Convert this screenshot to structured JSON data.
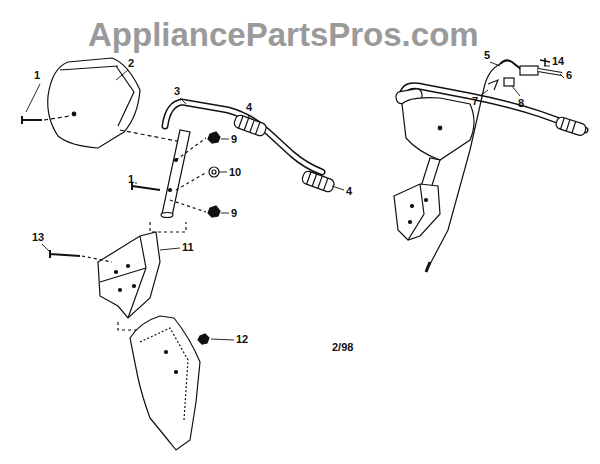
{
  "diagram": {
    "labels": [
      "AppliancePartsPros.com",
      "1",
      "2",
      "3",
      "4",
      "5",
      "14",
      "6",
      "7",
      "8",
      "9",
      "1",
      "10",
      "9",
      "4",
      "13",
      "11",
      "12",
      "2/98"
    ]
  }
}
